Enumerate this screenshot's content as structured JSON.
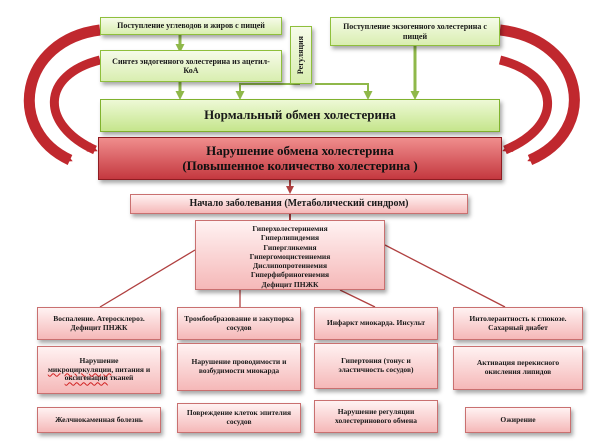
{
  "boxes": {
    "carb_fat_intake": "Поступление углеводов и жиров с пищей",
    "endogenous_synthesis": "Синтез эндогенного холестерина из ацетил-КоА",
    "regulation": "Регуляция",
    "exogenous_intake": "Поступление экзогенного холестерина с пищей",
    "normal_metabolism": "Нормальный обмен холестерина",
    "disorder_line1": "Нарушение обмена холестерина",
    "disorder_line2": "(Повышенное количество холестерина )",
    "disease_onset": "Начало заболевания (Метаболический синдром)",
    "conditions": [
      "Гиперхолестеринемия",
      "Гиперлипидемия",
      "Гипергликемия",
      "Гипергомоцистеинемия",
      "Дислипопротеинемия",
      "Гиперфибриногенемия",
      "Дефицит ПНЖК"
    ],
    "col1": {
      "top": "Воспаление. Атеросклероз. Дефицит ПНЖК",
      "mid_a": "Нарушение",
      "mid_b": "микроциркуляции",
      "mid_c": ", питания и",
      "mid_d": "оксигенации",
      "mid_e": " тканей",
      "bottom": "Желчнокаменная болезнь"
    },
    "col2": {
      "top": "Тромбообразование и закупорка сосудов",
      "mid": "Нарушение проводимости и возбудимости миокарда",
      "bottom": "Повреждение клеток эпителия сосудов"
    },
    "col3": {
      "top": "Инфаркт миокарда. Инсульт",
      "mid": "Гипертония (тонус и эластичность сосудов)",
      "bottom": "Нарушение регуляции холестеринового обмена"
    },
    "col4": {
      "top": "Интолерантность к глюкозе. Сахарный диабет",
      "mid": "Активация перекисного окисления липидов",
      "bottom": "Ожирение"
    }
  },
  "colors": {
    "arrow_red": "#c0282e",
    "arrow_green": "#8fb84a",
    "connector": "#b04040"
  }
}
